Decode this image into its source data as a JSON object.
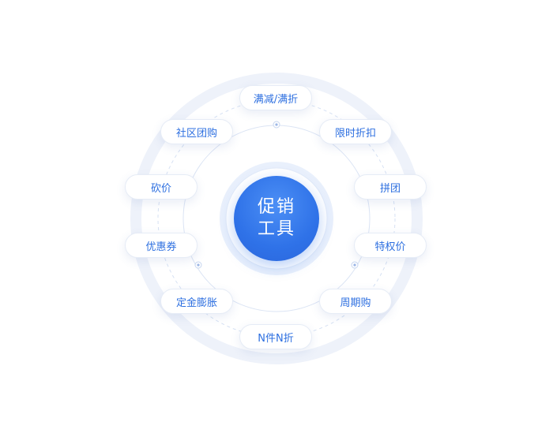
{
  "center": {
    "line1": "促销",
    "line2": "工具"
  },
  "tools": [
    {
      "key": "manjian",
      "label": "满减/满折"
    },
    {
      "key": "xianshi",
      "label": "限时折扣"
    },
    {
      "key": "pintuan",
      "label": "拼团"
    },
    {
      "key": "tequan",
      "label": "特权价"
    },
    {
      "key": "zhouqi",
      "label": "周期购"
    },
    {
      "key": "njian",
      "label": "N件N折"
    },
    {
      "key": "dingjin",
      "label": "定金膨胀"
    },
    {
      "key": "youhui",
      "label": "优惠券"
    },
    {
      "key": "kanjia",
      "label": "砍价"
    },
    {
      "key": "shequ",
      "label": "社区团购"
    }
  ],
  "colors": {
    "accent": "#2f72e8",
    "pill_text": "#2d6fe0",
    "ring": "#dfe7f6",
    "ring_fill": "#f1f5fc"
  }
}
